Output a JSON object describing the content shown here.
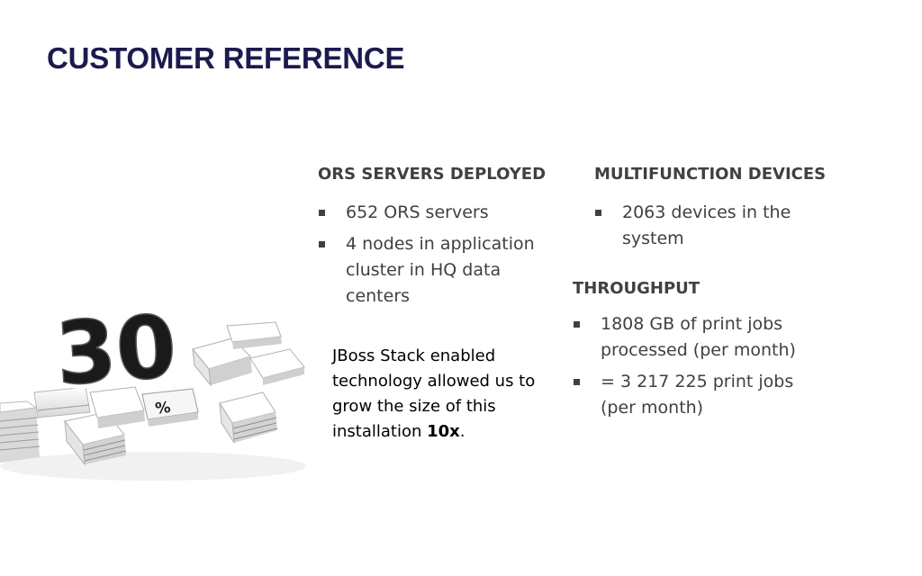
{
  "slide": {
    "title": "CUSTOMER REFERENCE"
  },
  "ors_section": {
    "heading": "ORS SERVERS DEPLOYED",
    "bullets": [
      "652 ORS servers",
      "4 nodes in application cluster in HQ data centers"
    ]
  },
  "devices_section": {
    "heading": "MULTIFUNCTION DEVICES",
    "bullets": [
      "2063 devices in the system"
    ]
  },
  "throughput_section": {
    "heading": "THROUGHPUT",
    "bullets": [
      "1808 GB of print jobs processed (per month)",
      "= 3 217 225 print jobs (per month)"
    ]
  },
  "callout": {
    "text": "JBoss Stack enabled technology allowed us to grow the size of this installation ",
    "emphasis": "10x",
    "suffix": "."
  },
  "illustration": {
    "number": "30",
    "symbol": "%"
  },
  "colors": {
    "title": "#1b1b4f",
    "body_text": "#404040",
    "callout_text": "#000000"
  }
}
